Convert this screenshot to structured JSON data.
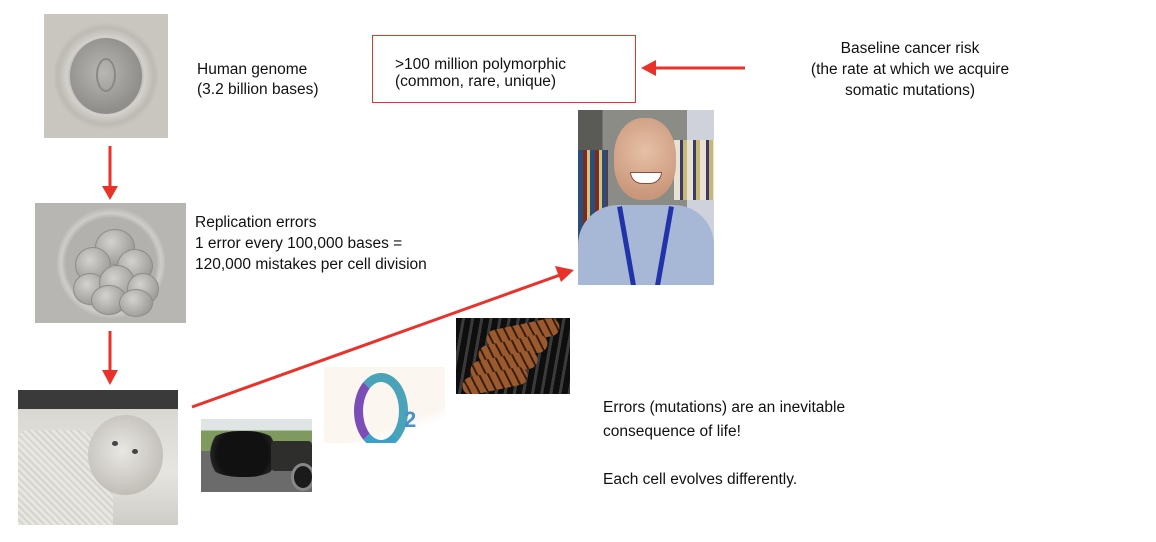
{
  "slide": {
    "genome": {
      "line1": "Human genome",
      "line2": "(3.2 billion bases)"
    },
    "polymorphic_box": {
      "line1": ">100 million polymorphic",
      "line2": "(common, rare, unique)"
    },
    "baseline": {
      "line1": "Baseline cancer risk",
      "line2": "(the rate at which we acquire",
      "line3": "somatic mutations)"
    },
    "replication": {
      "line1": "Replication errors",
      "line2": "1 error every 100,000 bases =",
      "line3": "120,000 mistakes per cell division"
    },
    "conclusion": {
      "line1": "Errors (mutations) are an inevitable",
      "line2": "consequence of life!",
      "line3": "Each cell evolves differently."
    },
    "o2_label": "O",
    "o2_sub": "2",
    "images": [
      "egg-cell-micrograph",
      "eight-cell-embryo-micrograph",
      "baby-photo",
      "adult-man-photo",
      "truck-exhaust-smoke",
      "oxygen-o2-graphic",
      "grilled-sausages"
    ],
    "colors": {
      "arrow": "#e8322a",
      "box_border": "#e8322a",
      "text": "#111111"
    }
  }
}
